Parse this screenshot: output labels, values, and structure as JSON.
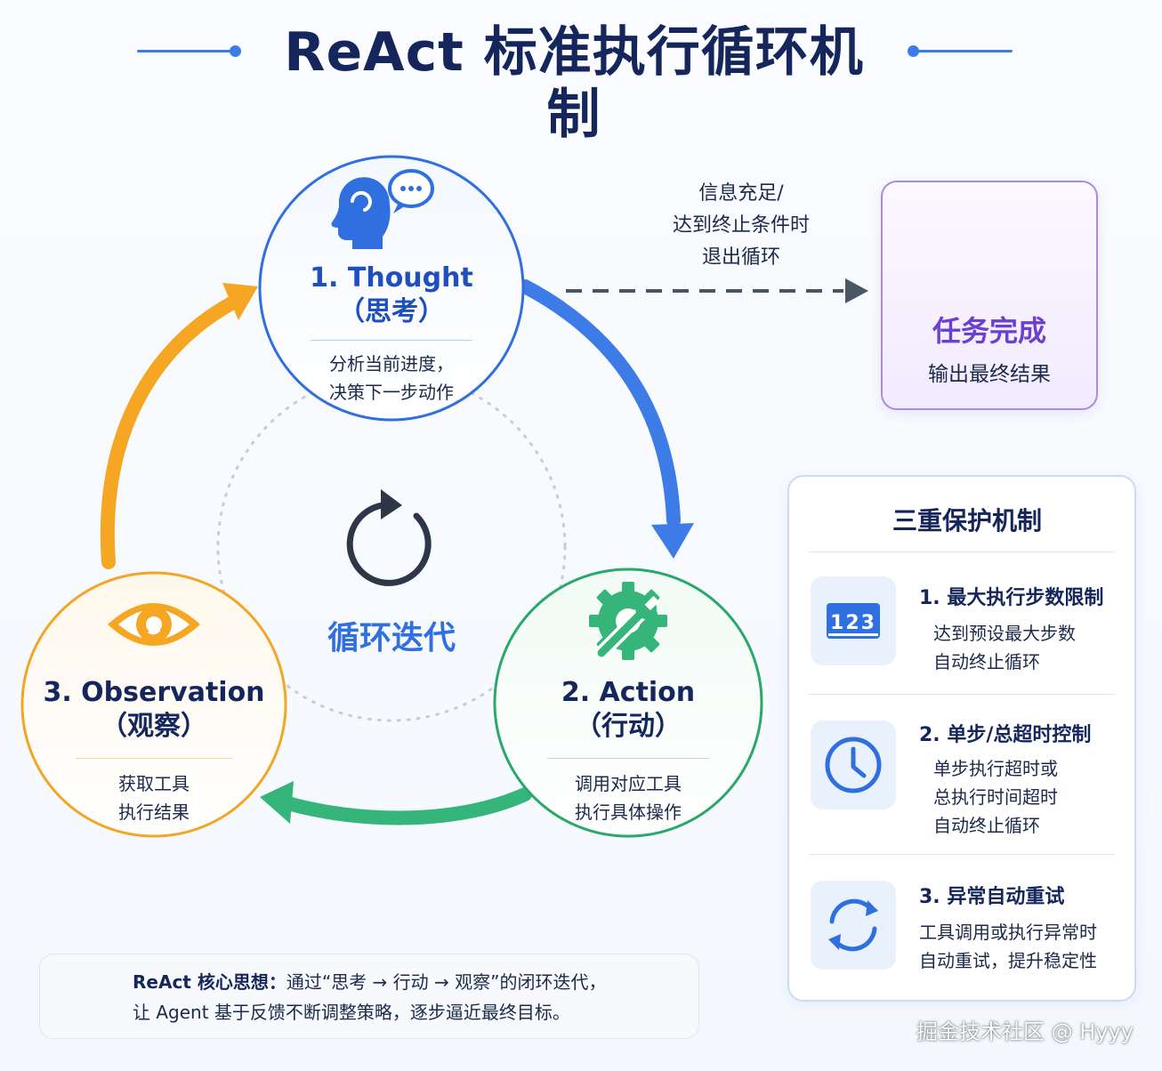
{
  "title": {
    "text": "ReAct 标准执行循环机制"
  },
  "colors": {
    "thought": "#2f6fdf",
    "action": "#2aa86a",
    "observation": "#f3a623",
    "purple": "#6b3fd0",
    "navy": "#14265c"
  },
  "nodes": {
    "thought": {
      "title": "1. Thought",
      "subtitle": "（思考）",
      "desc_line1": "分析当前进度，",
      "desc_line2": "决策下一步动作",
      "icon": "head-chat-icon"
    },
    "action": {
      "title": "2. Action",
      "subtitle": "（行动）",
      "desc_line1": "调用对应工具",
      "desc_line2": "执行具体操作",
      "icon": "gear-wrench-icon"
    },
    "observation": {
      "title": "3. Observation",
      "subtitle": "（观察）",
      "desc_line1": "获取工具",
      "desc_line2": "执行结果",
      "icon": "eye-icon"
    }
  },
  "center": {
    "label": "循环迭代",
    "icon": "refresh-icon"
  },
  "exit": {
    "label_line1": "信息充足/",
    "label_line2": "达到终止条件时",
    "label_line3": "退出循环"
  },
  "task_complete": {
    "title": "任务完成",
    "desc": "输出最终结果",
    "icon": "trophy-icon"
  },
  "protection": {
    "heading": "三重保护机制",
    "icon": "shield-icon",
    "items": [
      {
        "title": "1. 最大执行步数限制",
        "lines": [
          "达到预设最大步数",
          "自动终止循环"
        ],
        "icon": "counter-icon",
        "icon_text": "123"
      },
      {
        "title": "2. 单步/总超时控制",
        "lines": [
          "单步执行超时或",
          "总执行时间超时",
          "自动终止循环"
        ],
        "icon": "clock-icon"
      },
      {
        "title": "3. 异常自动重试",
        "lines": [
          "工具调用或执行异常时",
          "自动重试，提升稳定性"
        ],
        "icon": "retry-icon"
      }
    ]
  },
  "core_idea": {
    "label": "ReAct 核心思想：",
    "line1_rest": "通过“思考 → 行动 → 观察”的闭环迭代，",
    "line2": "让 Agent 基于反馈不断调整策略，逐步逼近最终目标。",
    "icon": "lightbulb-icon"
  },
  "watermark": "掘金技术社区 @ Hyyy"
}
